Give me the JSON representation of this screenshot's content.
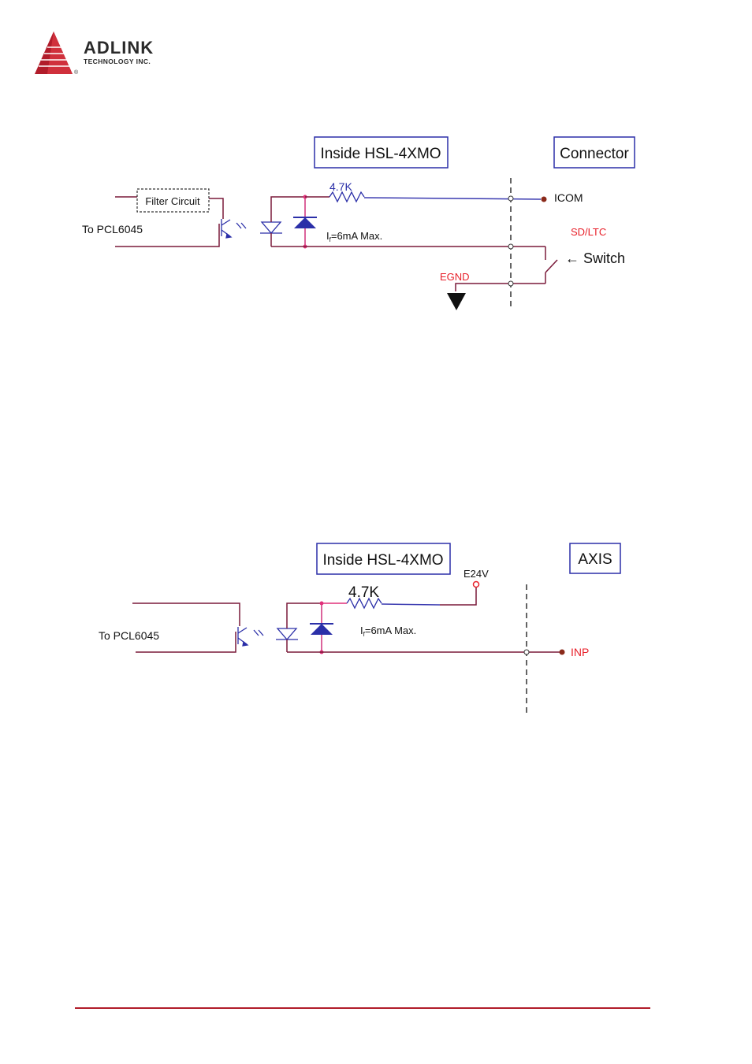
{
  "header": {
    "brand_name": "ADLINK",
    "brand_sub": "TECHNOLOGY INC.",
    "registered_mark": "®"
  },
  "colors": {
    "brand_red": "#b11c2a",
    "wire_dark": "#7a1a3a",
    "wire_blue": "#3a3ab0",
    "component_blue": "#2b2fa8",
    "label_red": "#e8202a",
    "node_dark": "#8a2a1a"
  },
  "diagram1": {
    "inside_label": "Inside HSL-4XMO",
    "connector_label": "Connector",
    "filter_label": "Filter Circuit",
    "to_label": "To PCL6045",
    "resistor_label": "4.7K",
    "current_label_prefix": "I",
    "current_label_sub": "f",
    "current_label_suffix": "=6mA Max.",
    "icom_label": "ICOM",
    "sdltc_label": "SD/LTC",
    "switch_label": "← Switch",
    "egnd_label": "EGND"
  },
  "diagram2": {
    "inside_label": "Inside HSL-4XMO",
    "axis_label": "AXIS",
    "e24v_label": "E24V",
    "resistor_label": "4.7K",
    "to_label": "To PCL6045",
    "current_label_prefix": "I",
    "current_label_sub": "f",
    "current_label_suffix": "=6mA Max.",
    "inp_label": "INP"
  }
}
